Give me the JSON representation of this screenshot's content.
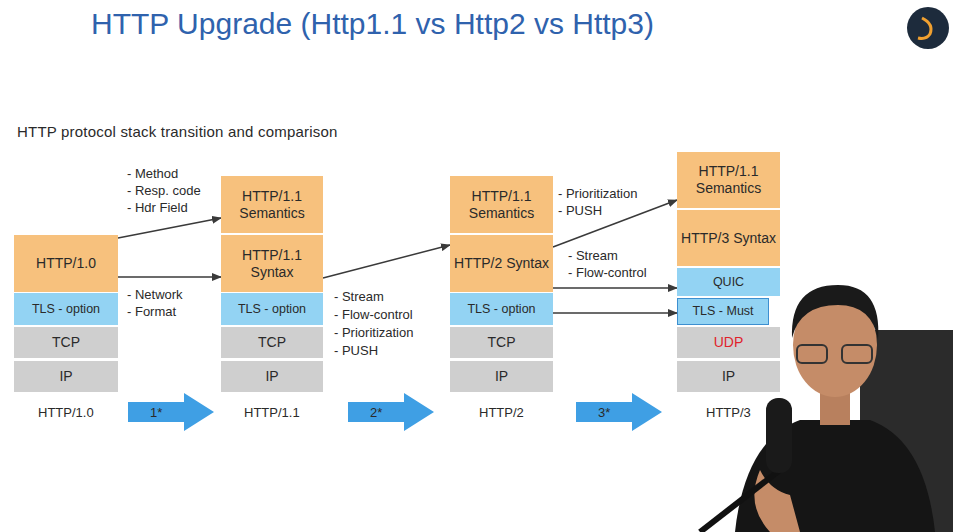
{
  "diagram": {
    "title": "HTTP Upgrade (Http1.1 vs Http2 vs Http3)",
    "nodes": [
      {
        "text": [
          "HTTP/1.0"
        ]
      },
      {
        "text": [
          "TLS - option"
        ]
      },
      {
        "text": [
          "TCP"
        ]
      },
      {
        "text": [
          "IP"
        ]
      },
      {
        "text": [
          "1*"
        ]
      },
      {
        "text": [
          "HTTP/1.1 Semantics"
        ]
      },
      {
        "text": [
          "HTTP/1.1 Syntax"
        ]
      },
      {
        "text": [
          "TLS - option"
        ]
      },
      {
        "text": [
          "TCP"
        ]
      },
      {
        "text": [
          "IP"
        ]
      },
      {
        "text": [
          "2*"
        ]
      },
      {
        "text": [
          "HTTP/1.1 Semantics"
        ]
      },
      {
        "text": [
          "HTTP/2 Syntax"
        ]
      },
      {
        "text": [
          "TLS - option"
        ]
      },
      {
        "text": [
          "TCP"
        ]
      },
      {
        "text": [
          "IP"
        ]
      },
      {
        "text": [
          "3*"
        ]
      },
      {
        "text": [
          "HTTP/1.1 Semantics"
        ]
      },
      {
        "text": [
          "HTTP/3 Syntax"
        ]
      },
      {
        "text": [
          "QUIC"
        ]
      },
      {
        "text": [
          "TLS - Must"
        ]
      },
      {
        "text": [
          "UDP"
        ]
      },
      {
        "text": [
          "IP"
        ]
      }
    ],
    "edges": [
      {
        "from": 0,
        "to": 5,
        "arrow": "to"
      },
      {
        "from": 0,
        "to": 6,
        "arrow": "to"
      },
      {
        "from": 6,
        "to": 12,
        "arrow": "to"
      },
      {
        "from": 12,
        "to": 17,
        "arrow": "to"
      },
      {
        "from": 12,
        "to": 19,
        "arrow": "to"
      },
      {
        "from": 13,
        "to": 20,
        "arrow": "to"
      }
    ],
    "labels": [
      "HTTP protocol stack transition and comparison",
      "- Method",
      "- Resp. code",
      "- Hdr Field",
      "- Network",
      "- Format",
      "- Stream",
      "- Flow-control",
      "- Prioritization",
      "- PUSH",
      "- Prioritization",
      "- PUSH",
      "- Stream",
      "- Flow-control",
      "HTTP/1.0",
      "HTTP/1.1",
      "HTTP/2",
      "HTTP/3"
    ]
  }
}
